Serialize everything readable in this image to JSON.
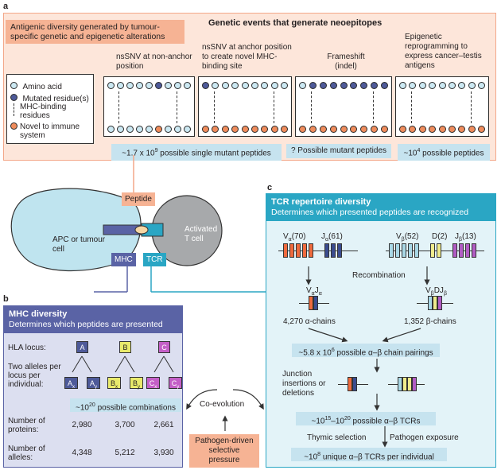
{
  "panels": {
    "a": "a",
    "b": "b",
    "c": "c"
  },
  "a": {
    "header": "Antigenic diversity generated by tumour-specific genetic and epigenetic alterations",
    "title": "Genetic events that generate neoepitopes",
    "legend": {
      "amino_acid": "Amino acid",
      "mutated": "Mutated residue(s)",
      "mhc_binding": "MHC-binding residues",
      "novel": "Novel to immune system"
    },
    "events": [
      {
        "label": "nsSNV at non-anchor position"
      },
      {
        "label": "nsSNV at anchor position to create novel MHC-binding site"
      },
      {
        "label": "Frameshift (indel)"
      },
      {
        "label": "Epigenetic reprogramming to express cancer–testis antigens"
      }
    ],
    "captions": {
      "snv_base": "~1.7 x 10",
      "snv_exp": "9",
      "snv_tail": " possible single mutant peptides",
      "frameshift": "? Possible mutant peptides",
      "epi_base": "~10",
      "epi_exp": "4",
      "epi_tail": " possible peptides"
    },
    "colors": {
      "panel_bg": "#fde6da",
      "panel_border": "#f3a789",
      "header_bg": "#f6b394",
      "caption_bg": "#c6e3ef",
      "amino": "#cbe8f2",
      "mutated": "#4e5a99",
      "novel": "#ef8c5c"
    }
  },
  "middle": {
    "peptide": "Peptide",
    "apc": "APC or tumour cell",
    "tcell": "Activated T cell",
    "mhc": "MHC",
    "tcr": "TCR",
    "coevolution": "Co-evolution",
    "pathogen": "Pathogen-driven selective pressure",
    "colors": {
      "apc": "#bfe4ef",
      "tcell": "#a7a9ab",
      "mhc": "#5a63a5",
      "tcr": "#2aa6c4",
      "pathogen": "#f6b394"
    }
  },
  "b": {
    "title": "MHC diversity",
    "subtitle": "Determines which peptides are presented",
    "hla_label": "HLA locus:",
    "alleles_label": "Two alleles per locus per individual:",
    "loci": [
      {
        "name": "A",
        "a1": "A",
        "s1": "x",
        "a2": "A",
        "s2": "y",
        "proteins": "2,980",
        "alleles": "4,348",
        "color": "#4e5a99"
      },
      {
        "name": "B",
        "a1": "B",
        "s1": "x",
        "a2": "B",
        "s2": "y",
        "proteins": "3,700",
        "alleles": "5,212",
        "color": "#e9ea6b"
      },
      {
        "name": "C",
        "a1": "C",
        "s1": "x",
        "a2": "C",
        "s2": "y",
        "proteins": "2,661",
        "alleles": "3,930",
        "color": "#c45fc7"
      }
    ],
    "combos_base": "~10",
    "combos_exp": "20",
    "combos_tail": " possible combinations",
    "proteins_label": "Number of proteins:",
    "alleles_count_label": "Number of alleles:",
    "colors": {
      "bg": "#dcdff0",
      "border": "#5a63a5",
      "header": "#5a63a5"
    }
  },
  "c": {
    "title": "TCR repertoire diversity",
    "subtitle": "Determines which presented peptides are recognized",
    "va_base": "V",
    "va_sub": "α",
    "va_count": "(70)",
    "ja_base": "J",
    "ja_sub": "α",
    "ja_count": "(61)",
    "vb_base": "V",
    "vb_sub": "β",
    "vb_count": "(52)",
    "d_label": "D(2)",
    "jb_base": "J",
    "jb_sub": "β",
    "jb_count": "(13)",
    "recombination": "Recombination",
    "vaja_v": "V",
    "vaja_vs": "α",
    "vaja_j": "J",
    "vaja_js": "α",
    "vbdjb_v": "V",
    "vbdjb_vs": "β",
    "vbdjb_d": "DJ",
    "vbdjb_js": "β",
    "alpha_chains": "4,270 α-chains",
    "beta_chains": "1,352 β-chains",
    "pairings_base": "~5.8 x 10",
    "pairings_exp": "6",
    "pairings_tail": " possible α–β chain pairings",
    "junction": "Junction insertions or deletions",
    "tcrs_base1": "~10",
    "tcrs_exp1": "15",
    "tcrs_mid": "–10",
    "tcrs_exp2": "20",
    "tcrs_tail": " possible α–β TCRs",
    "thymic": "Thymic selection",
    "pathogen_exposure": "Pathogen exposure",
    "unique_base": "~10",
    "unique_exp": "8",
    "unique_tail": " unique α–β TCRs per individual",
    "colors": {
      "bg": "#e3f3f8",
      "border": "#2aa6c4",
      "header": "#2aa6c4",
      "va": "#ef6a3d",
      "ja": "#3a4c8f",
      "vb": "#a9d8e6",
      "d": "#efeb8c",
      "jb": "#b15cc4"
    }
  }
}
